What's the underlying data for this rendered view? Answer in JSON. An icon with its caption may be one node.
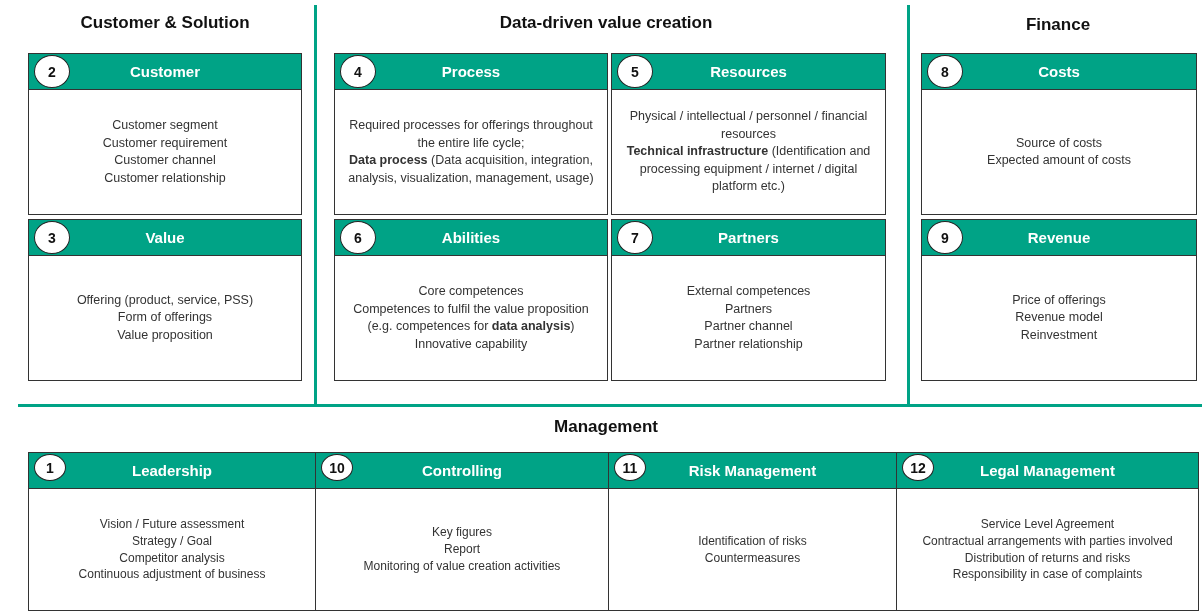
{
  "diagram": {
    "nodes": [
      {
        "text": [
          "Customer",
          "Customer segment",
          "Customer requirement",
          "Customer channel",
          "Customer relationship"
        ]
      },
      {
        "text": [
          "2"
        ],
        "in": 0
      },
      {
        "text": [
          "Process",
          "Required processes for offerings throughout the entire life cycle;",
          "**Data process** (Data acquisition, integration, analysis, visualization, management, usage)"
        ]
      },
      {
        "text": [
          "4"
        ],
        "in": 2
      },
      {
        "text": [
          "Resources",
          "Physical / intellectual / personnel / financial resources",
          "**Technical infrastructure** (Identification and processing equipment / internet / digital platform etc.)"
        ]
      },
      {
        "text": [
          "5"
        ],
        "in": 4
      },
      {
        "text": [
          "Costs",
          "Source of costs",
          "Expected amount of costs"
        ]
      },
      {
        "text": [
          "8"
        ],
        "in": 6
      },
      {
        "text": [
          "Value",
          "Offering (product, service, PSS)",
          "Form of offerings",
          "Value proposition"
        ]
      },
      {
        "text": [
          "3"
        ],
        "in": 8
      },
      {
        "text": [
          "Abilities",
          "Core competences",
          "Competences to fulfil the value proposition (e.g. competences for **data analysis**)",
          "Innovative capability"
        ]
      },
      {
        "text": [
          "6"
        ],
        "in": 10
      },
      {
        "text": [
          "Partners",
          "External competences",
          "Partners",
          "Partner channel",
          "Partner relationship"
        ]
      },
      {
        "text": [
          "7"
        ],
        "in": 12
      },
      {
        "text": [
          "Revenue",
          "Price of offerings",
          "Revenue model",
          "Reinvestment"
        ]
      },
      {
        "text": [
          "9"
        ],
        "in": 14
      },
      {
        "text": [
          "Leadership",
          "Vision / Future assessment",
          "Strategy / Goal",
          "Competitor analysis",
          "Continuous adjustment of business"
        ]
      },
      {
        "text": [
          "1"
        ],
        "in": 16
      },
      {
        "text": [
          "Controlling",
          "Key figures",
          "Report",
          "Monitoring of value creation activities"
        ]
      },
      {
        "text": [
          "10"
        ],
        "in": 18
      },
      {
        "text": [
          "Risk Management",
          "Identification of risks",
          "Countermeasures"
        ]
      },
      {
        "text": [
          "11"
        ],
        "in": 20
      },
      {
        "text": [
          "Legal Management",
          "Service Level Agreement",
          "Contractual arrangements with parties involved",
          "Distribution of returns and risks",
          "Responsibility in case of complaints"
        ]
      },
      {
        "text": [
          "12"
        ],
        "in": 22
      }
    ],
    "labels": [
      "Customer & Solution",
      "Data-driven value creation",
      "Finance",
      "Management"
    ]
  }
}
